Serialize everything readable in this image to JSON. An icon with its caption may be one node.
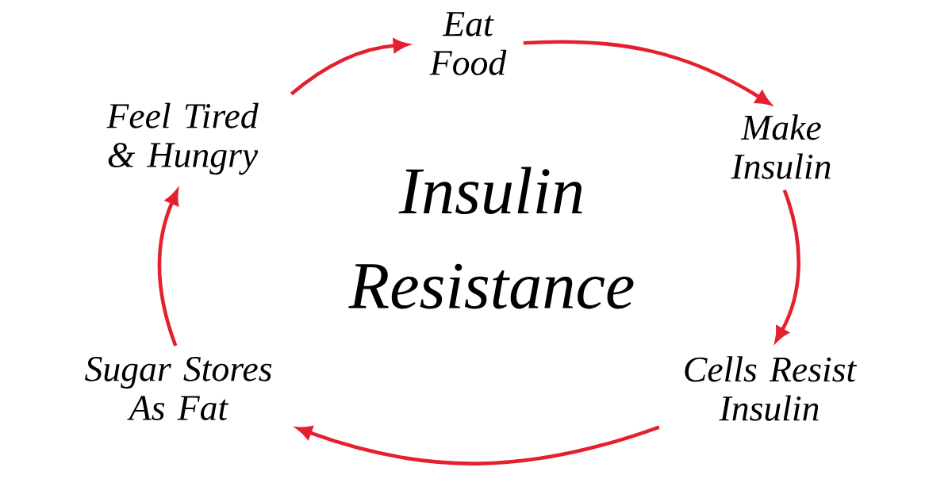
{
  "diagram": {
    "title": "Insulin Resistance",
    "nodes": [
      {
        "text": [
          "Eat Food"
        ]
      },
      {
        "text": [
          "Make Insulin"
        ]
      },
      {
        "text": [
          "Cells Resist Insulin"
        ]
      },
      {
        "text": [
          "Sugar Stores As Fat"
        ]
      },
      {
        "text": [
          "Feel Tired & Hungry"
        ]
      }
    ],
    "edges": [
      {
        "from": 4,
        "to": 0,
        "arrow": "to"
      },
      {
        "from": 0,
        "to": 1,
        "arrow": "to"
      },
      {
        "from": 1,
        "to": 2,
        "arrow": "to"
      },
      {
        "from": 2,
        "to": 3,
        "arrow": "to"
      },
      {
        "from": 3,
        "to": 4,
        "arrow": "to"
      }
    ]
  }
}
